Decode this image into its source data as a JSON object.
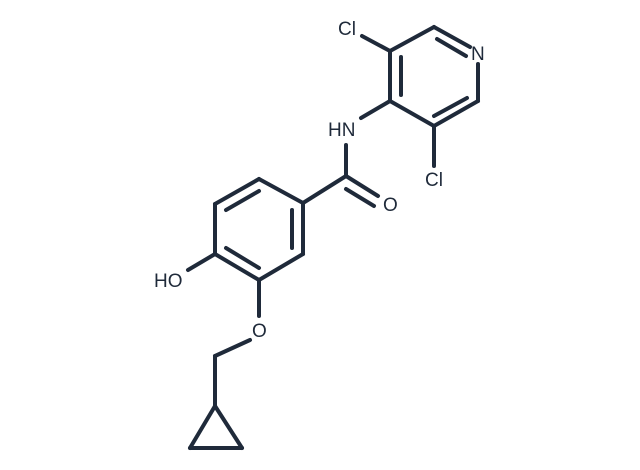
{
  "molecule": {
    "atoms": {
      "cl_top": "Cl",
      "n_ring": "N",
      "nh": "HN",
      "cl_bottom": "Cl",
      "o_carbonyl": "O",
      "ho": "HO",
      "o_ether": "O"
    },
    "colors": {
      "bond": "#1f2a3a",
      "label": "#1f2a3a",
      "background": "#ffffff"
    }
  }
}
